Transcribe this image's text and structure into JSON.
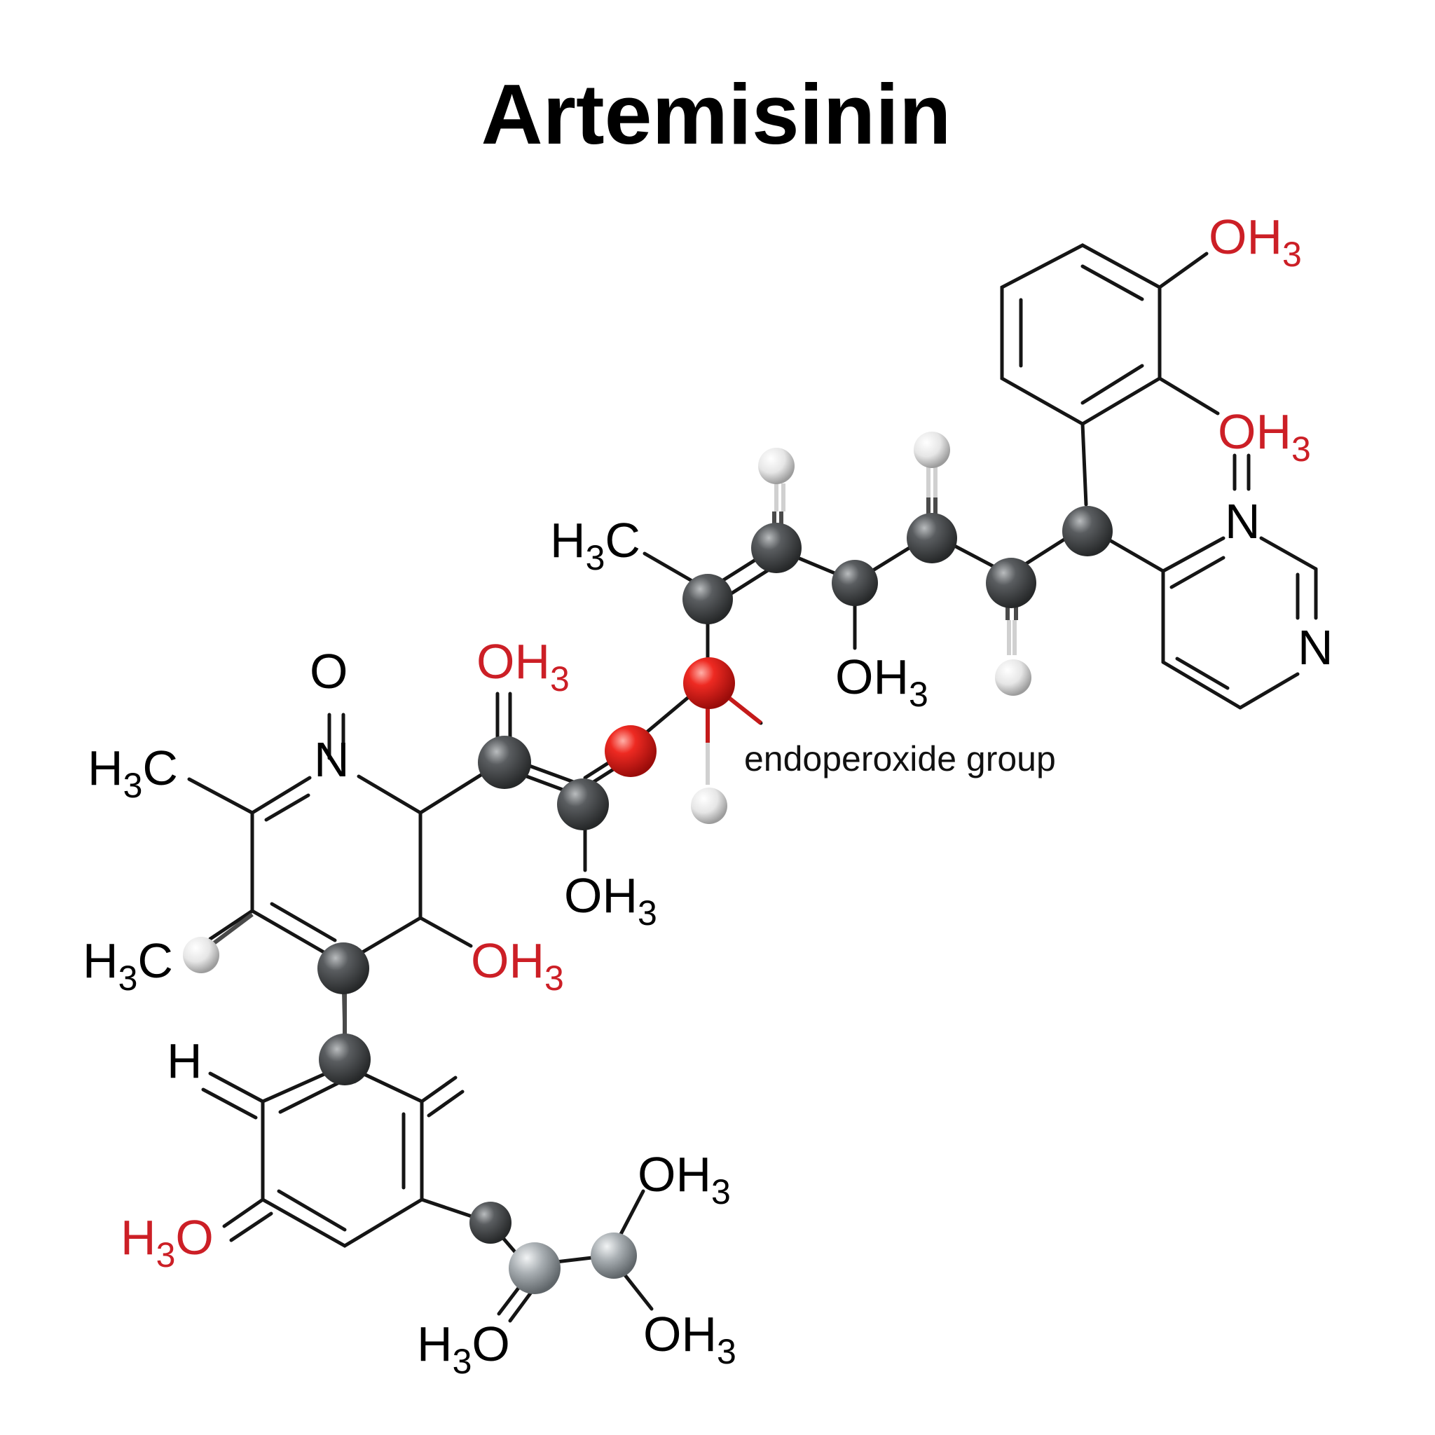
{
  "title": "Artemisinin",
  "annotation": "endoperoxide group",
  "colors": {
    "bond": "#151515",
    "text_black": "#000000",
    "text_red": "#cc1f26",
    "atom_carbon": "#3f4244",
    "atom_oxygen": "#e01a1a",
    "atom_hydrogen": "#e8e8e8",
    "atom_light_carbon": "#9aa0a4",
    "stick_light": "#d0d0d0"
  },
  "labels": [
    {
      "id": "oh3-top-right",
      "main": "OH",
      "sub": "3",
      "color": "red"
    },
    {
      "id": "oh3-right-ring",
      "main": "OH",
      "sub": "3",
      "color": "red"
    },
    {
      "id": "n-pyrimidine-top",
      "main": "N",
      "color": "black"
    },
    {
      "id": "n-pyrimidine-right",
      "main": "N",
      "color": "black"
    },
    {
      "id": "h3c-chain",
      "pre": "H",
      "sub": "3",
      "main": "C",
      "color": "black"
    },
    {
      "id": "oh3-chain-mid",
      "main": "OH",
      "sub": "3",
      "color": "black"
    },
    {
      "id": "o-top-left",
      "main": "O",
      "color": "black"
    },
    {
      "id": "oh3-red-mid",
      "main": "OH",
      "sub": "3",
      "color": "red"
    },
    {
      "id": "h3c-top-left",
      "pre": "H",
      "sub": "3",
      "main": "C",
      "color": "black"
    },
    {
      "id": "n-left-ring",
      "main": "N",
      "color": "black"
    },
    {
      "id": "oh3-below-chain",
      "main": "OH",
      "sub": "3",
      "color": "black"
    },
    {
      "id": "h3c-mid-left",
      "pre": "H",
      "sub": "3",
      "main": "C",
      "color": "black"
    },
    {
      "id": "oh3-red-left-ring",
      "main": "OH",
      "sub": "3",
      "color": "red"
    },
    {
      "id": "h-left",
      "main": "H",
      "color": "black"
    },
    {
      "id": "h3o-red-bottom-left",
      "pre": "H",
      "sub": "3",
      "main": "O",
      "color": "red"
    },
    {
      "id": "oh3-bottom-right-top",
      "main": "OH",
      "sub": "3",
      "color": "black"
    },
    {
      "id": "h3o-bottom",
      "pre": "H",
      "sub": "3",
      "main": "O",
      "color": "black"
    },
    {
      "id": "oh3-bottom-right-bottom",
      "main": "OH",
      "sub": "3",
      "color": "black"
    }
  ]
}
